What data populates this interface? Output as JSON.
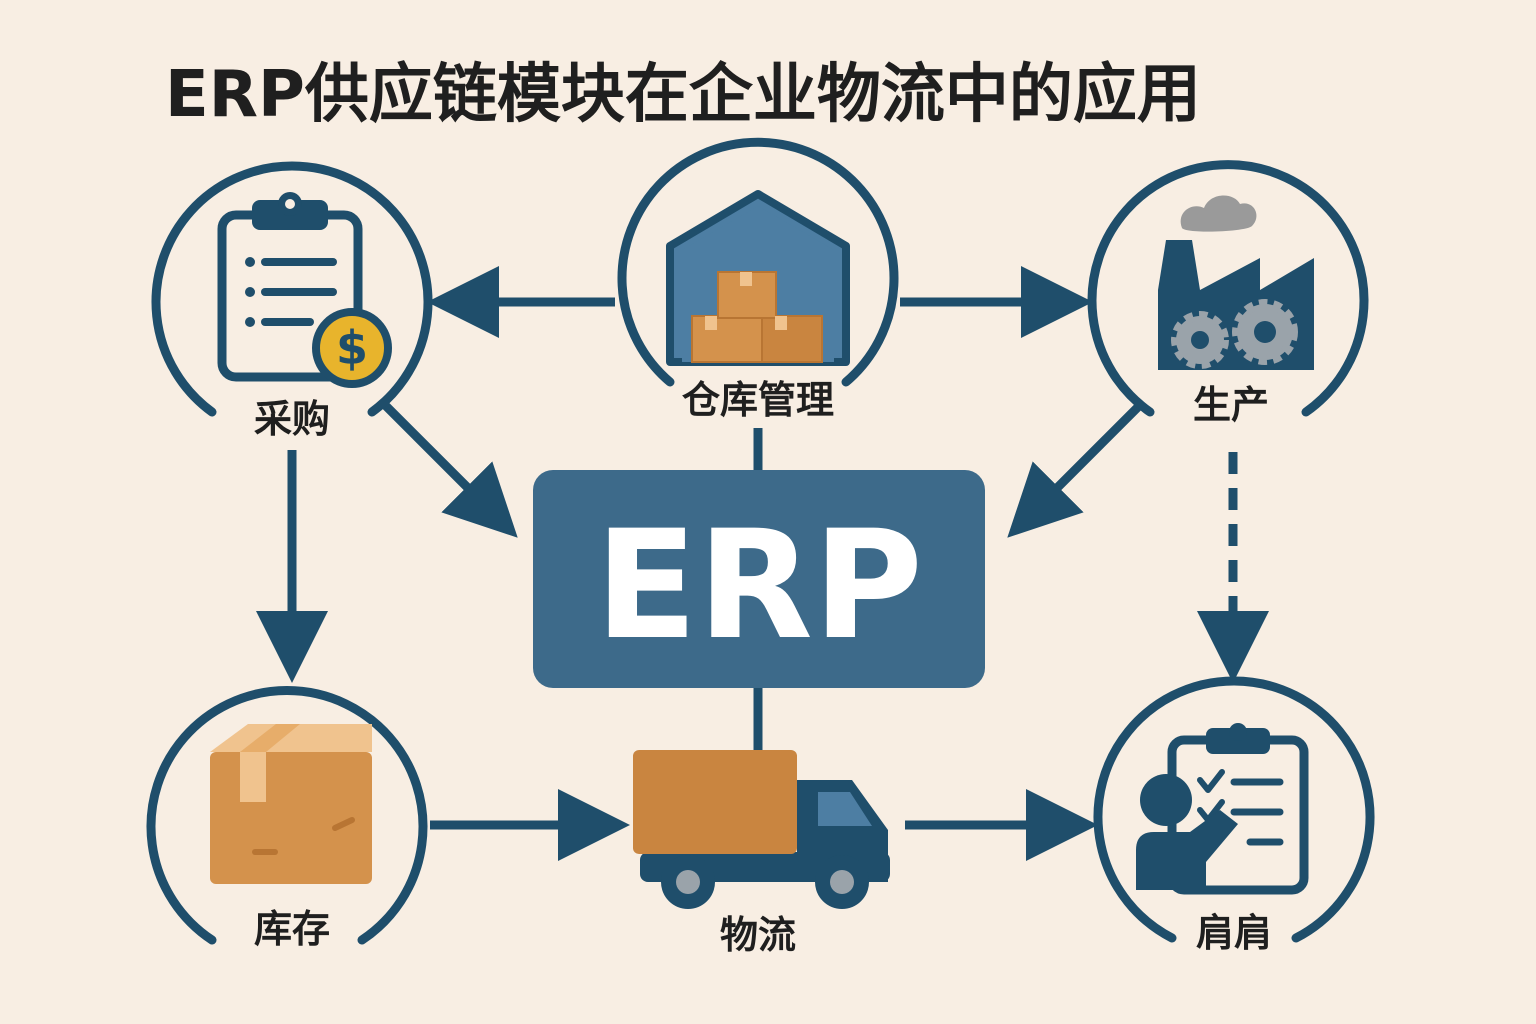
{
  "title": "ERP供应链模块在企业物流中的应用",
  "hub": {
    "label": "ERP"
  },
  "nodes": {
    "procurement": {
      "label": "采购",
      "icon": "clipboard-dollar-icon"
    },
    "warehouse": {
      "label": "仓库管理",
      "icon": "warehouse-boxes-icon"
    },
    "production": {
      "label": "生产",
      "icon": "factory-gears-icon"
    },
    "inventory": {
      "label": "库存",
      "icon": "cardboard-box-icon"
    },
    "logistics": {
      "label": "物流",
      "icon": "delivery-truck-icon"
    },
    "customer": {
      "label": "肩肩",
      "icon": "person-checklist-icon"
    }
  },
  "colors": {
    "background": "#f8eee3",
    "primary": "#1f4e6b",
    "hub": "#3d6a8a",
    "box": "#d4924c",
    "box_dark": "#b87533",
    "coin": "#e8b42c",
    "gear": "#9aa3aa",
    "smoke": "#9a9a9a"
  }
}
